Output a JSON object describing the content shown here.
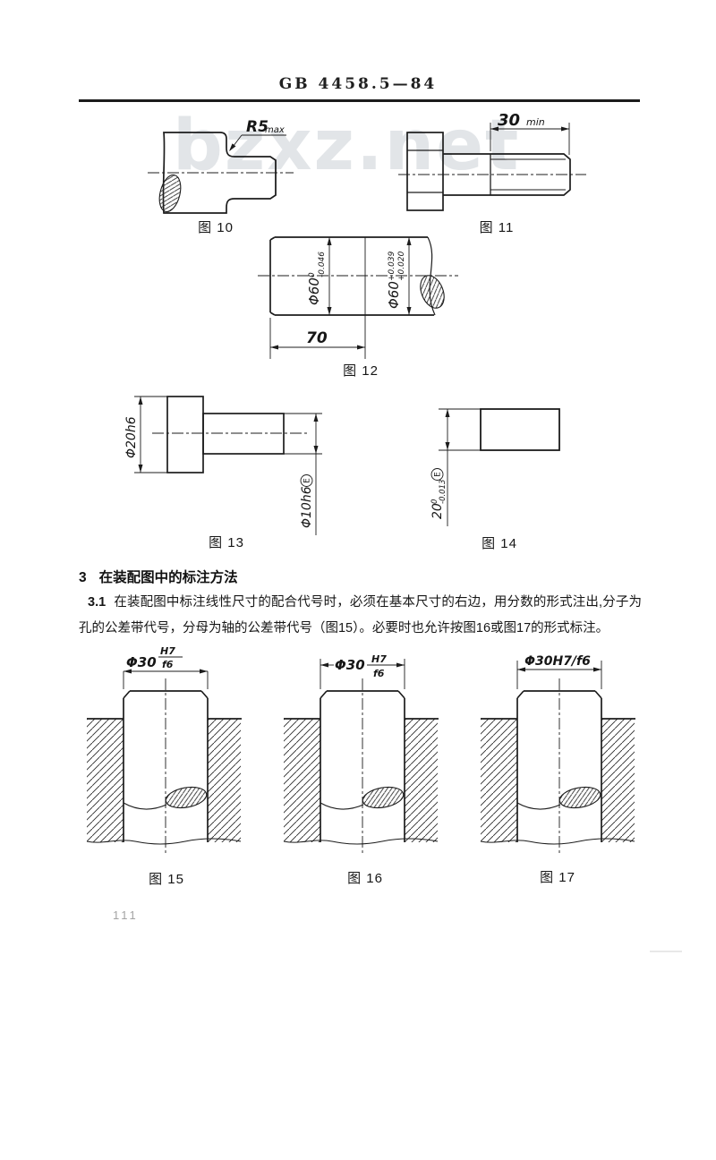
{
  "page": {
    "header_title": "GB 4458.5—84",
    "watermark": "bzxz.net",
    "page_number": "111",
    "ink_color": "#1f1f1f",
    "watermark_color": "#e2e5e8"
  },
  "section": {
    "heading_number": "3",
    "heading_text": "在装配图中的标注方法",
    "clause_number": "3.1",
    "clause_text": "在装配图中标注线性尺寸的配合代号时，必须在基本尺寸的右边，用分数的形式注出,分子为孔的公差带代号，分母为轴的公差带代号（图15）。必要时也允许按图16或图17的形式标注。"
  },
  "figures": {
    "fig10": {
      "caption": "图  10",
      "radius_value": "R5",
      "radius_qualifier": "max"
    },
    "fig11": {
      "caption": "图  11",
      "length_value": "30",
      "length_qualifier": "min"
    },
    "fig12": {
      "caption": "图  12",
      "left_dia": "Φ60",
      "left_upper": "0",
      "left_lower": "-0.046",
      "right_dia": "Φ60",
      "right_upper": "+0.039",
      "right_lower": "+0.020",
      "length": "70"
    },
    "fig13": {
      "caption": "图  13",
      "large_dia": "Φ20h6",
      "small_dia": "Φ10h6",
      "envelope_symbol": "E"
    },
    "fig14": {
      "caption": "图  14",
      "dim": "20",
      "upper": "0",
      "lower": "-0.013",
      "envelope_symbol": "E"
    },
    "fig15": {
      "caption": "图  15",
      "dia": "Φ30",
      "fit_hole": "H7",
      "fit_shaft": "f6"
    },
    "fig16": {
      "caption": "图  16",
      "dia": "Φ30",
      "fit_hole": "H7",
      "fit_shaft": "f6"
    },
    "fig17": {
      "caption": "图  17",
      "fit_label": "Φ30H7/f6"
    }
  }
}
